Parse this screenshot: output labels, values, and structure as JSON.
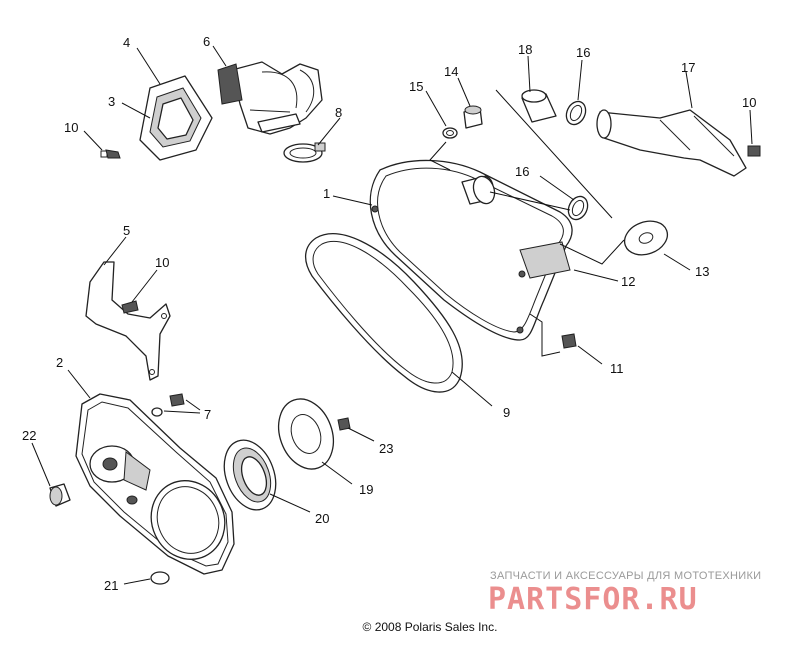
{
  "callouts": {
    "c1": "1",
    "c2": "2",
    "c3": "3",
    "c4": "4",
    "c5": "5",
    "c6": "6",
    "c7": "7",
    "c8": "8",
    "c9": "9",
    "c10a": "10",
    "c10b": "10",
    "c10c": "10",
    "c11": "11",
    "c12": "12",
    "c13": "13",
    "c14": "14",
    "c15": "15",
    "c16a": "16",
    "c16b": "16",
    "c17": "17",
    "c18": "18",
    "c19": "19",
    "c20": "20",
    "c21": "21",
    "c22": "22",
    "c23": "23"
  },
  "copyright": "© 2008 Polaris Sales Inc.",
  "watermark": {
    "subtitle": "ЗАПЧАСТИ И АКСЕССУАРЫ ДЛЯ МОТОТЕХНИКИ",
    "logo": "PARTSFOR.RU"
  }
}
